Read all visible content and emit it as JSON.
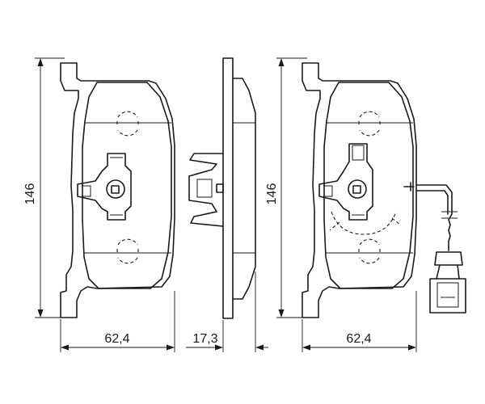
{
  "dimensions": {
    "height_left": "146",
    "width_left": "62,4",
    "thickness": "17,3",
    "height_right": "146",
    "width_right": "62,4"
  }
}
